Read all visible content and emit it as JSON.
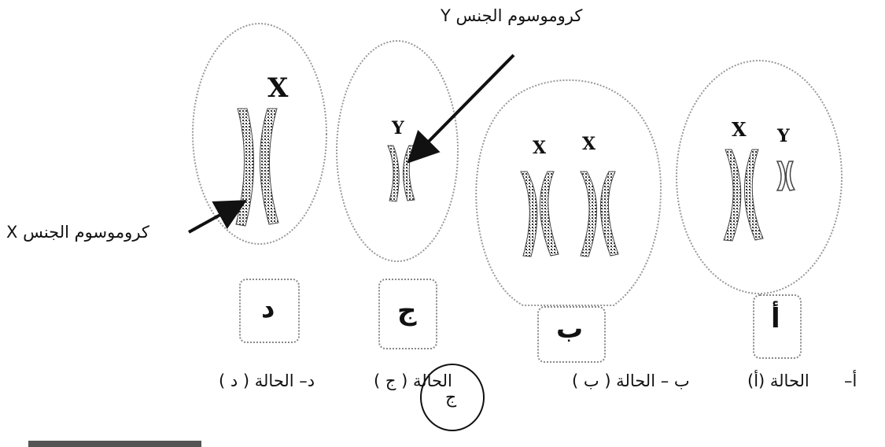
{
  "labels": {
    "y_chromosome": "كروموسوم الجنس Y",
    "x_chromosome": "كروموسوم الجنس X"
  },
  "cells": {
    "d": {
      "chromosomes": [
        "X"
      ],
      "box_letter": "د"
    },
    "j": {
      "chromosomes": [
        "Y"
      ],
      "box_letter": "ج"
    },
    "b": {
      "chromosomes": [
        "X",
        "X"
      ],
      "box_letter": "ب"
    },
    "a": {
      "chromosomes": [
        "X",
        "Y"
      ],
      "box_letter": "أ"
    }
  },
  "answer_options": {
    "a_marker": "أ–",
    "a_text": "الحالة (أ)",
    "b_text": "ب – الحالة ( ب )",
    "circled_letter": "ج",
    "j_text": "الحالة ( ج )",
    "d_text": "د– الحالة ( د )"
  },
  "colors": {
    "ink": "#111111",
    "dotted_outline": "#8a8a8a"
  }
}
